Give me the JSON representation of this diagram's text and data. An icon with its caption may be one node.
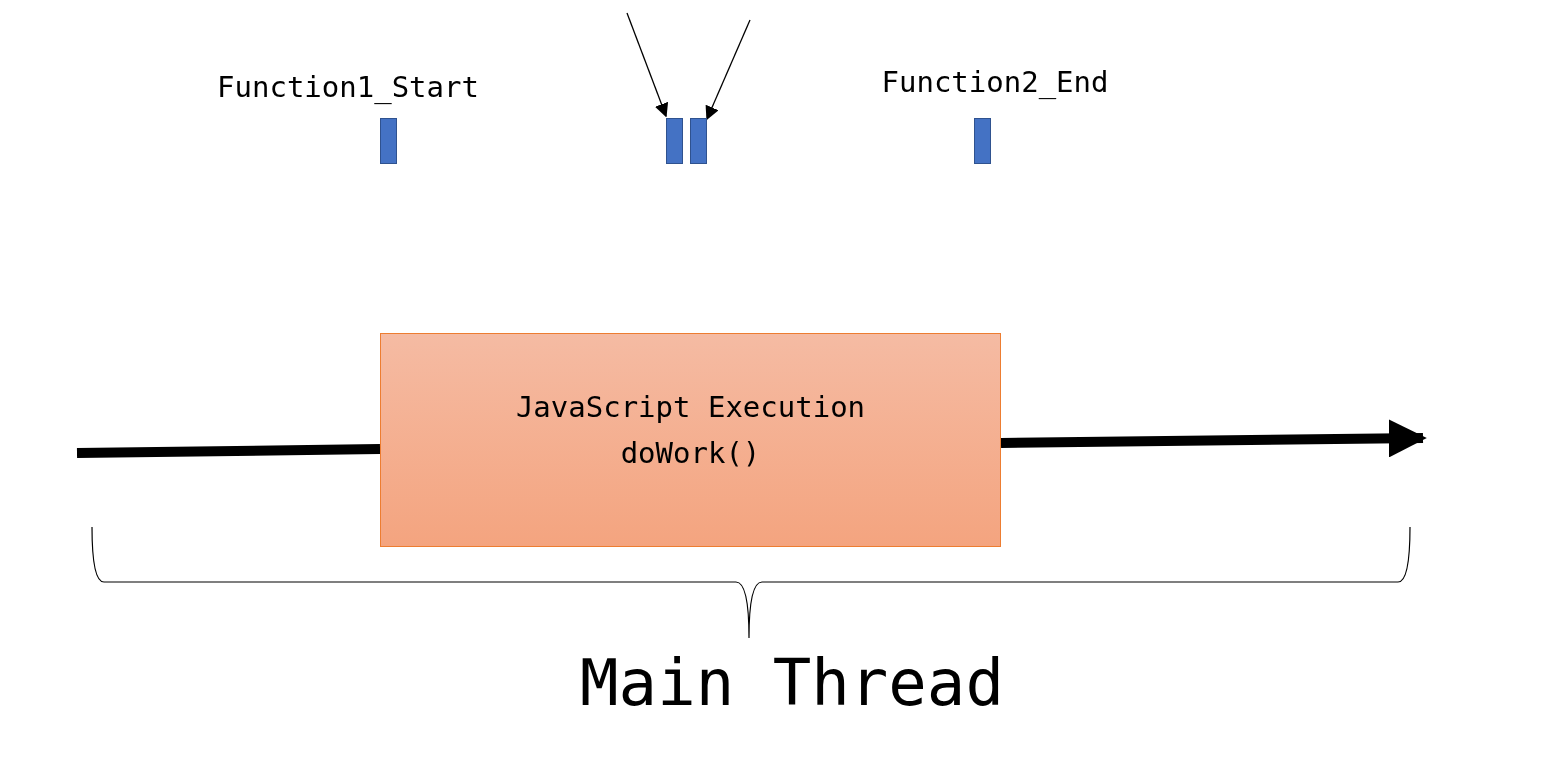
{
  "diagram": {
    "nodes": [
      {
        "text": [
          "Function1_Start"
        ]
      },
      {
        "text": [],
        "shape": "bar"
      },
      {
        "text": [],
        "shape": "bar"
      },
      {
        "text": [
          "Function2_End"
        ]
      },
      {
        "text": [
          "JavaScript Execution",
          "doWork()"
        ]
      }
    ],
    "edges": [
      {
        "from": null,
        "to": 1,
        "arrow": "to"
      },
      {
        "from": null,
        "to": 2,
        "arrow": "to"
      },
      {
        "from": null,
        "to": 4,
        "arrow": "none",
        "style": "thick"
      },
      {
        "from": 4,
        "to": null,
        "arrow": "to",
        "style": "thick"
      }
    ],
    "labels": [
      "Main Thread"
    ]
  }
}
